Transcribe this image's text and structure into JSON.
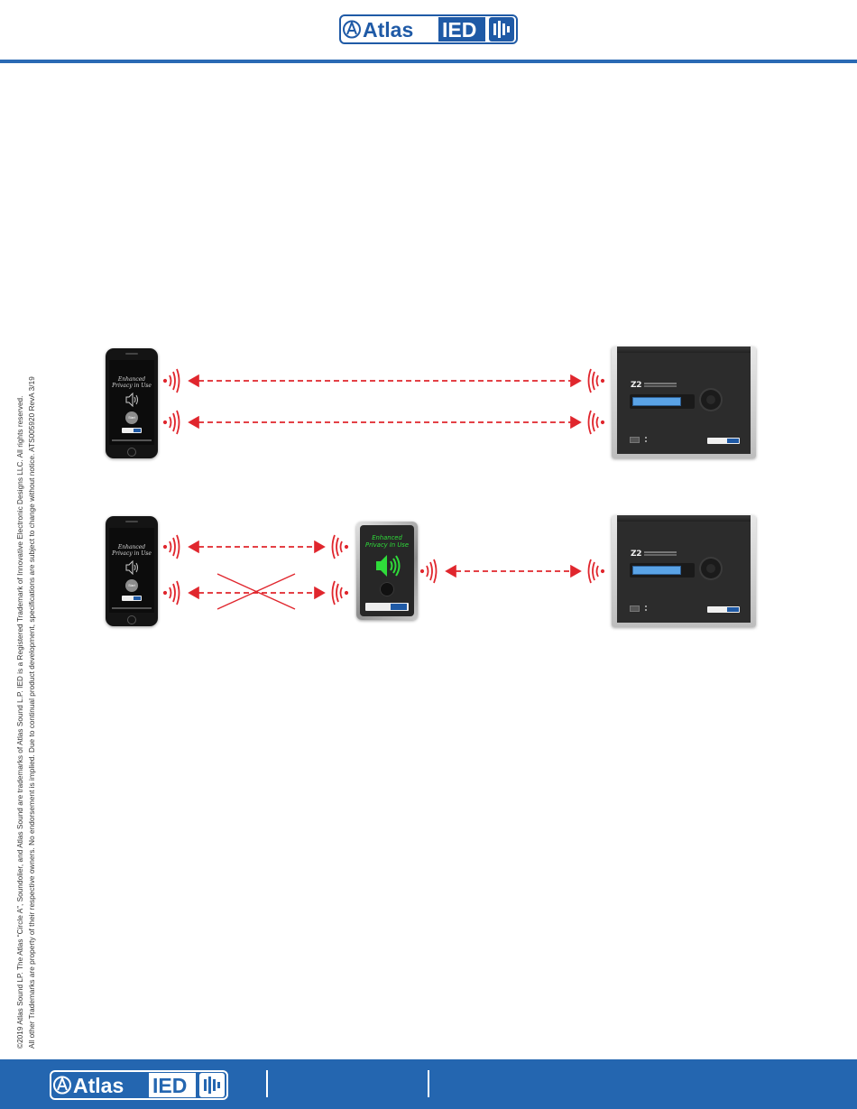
{
  "header": {
    "brand_left": "Atlas",
    "brand_right": "IED"
  },
  "footer": {
    "brand_left": "Atlas",
    "brand_right": "IED"
  },
  "copyright": {
    "line1": "©2019 Atlas Sound LP. The Atlas “Circle A”, Soundolier, and Atlas Sound are trademarks of Atlas Sound L.P. IED is a Registered Trademark of Innovative Electronic Designs LLC. All rights reserved.",
    "line2": "All other Trademarks are property of their respective owners. No endorsement is implied. Due to continual product development, specifications are subject to change without notice. ATS005920 RevA 3/19"
  },
  "diagram": {
    "phone_line1": "Enhanced",
    "phone_line2": "Privacy in Use",
    "phone_start": "Start",
    "controller_model": "Z2",
    "sign_line1": "Enhanced",
    "sign_line2": "Privacy In Use"
  },
  "colors": {
    "brand_blue": "#2466b0",
    "signal_red": "#e0262d",
    "sign_green": "#2fdc3a"
  }
}
